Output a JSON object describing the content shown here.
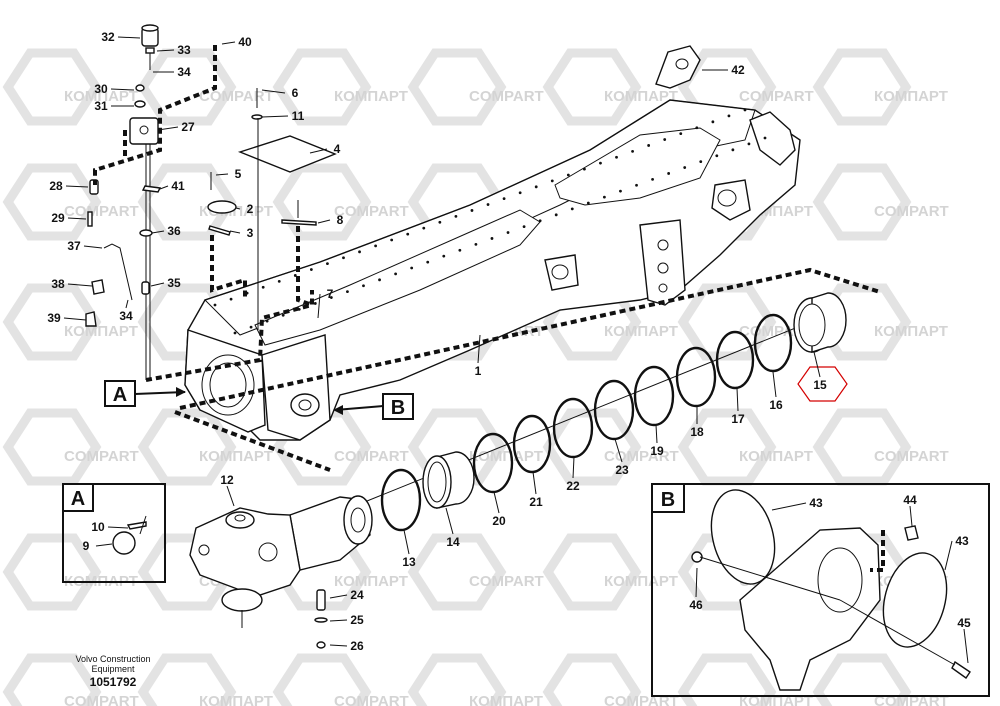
{
  "watermark": {
    "brand_latin": "COMPART",
    "brand_cyrillic": "КОМПАРТ",
    "color": "#d4d4d4"
  },
  "callouts": [
    "1",
    "2",
    "3",
    "4",
    "5",
    "6",
    "7",
    "8",
    "9",
    "10",
    "11",
    "12",
    "13",
    "14",
    "15",
    "16",
    "17",
    "18",
    "19",
    "20",
    "21",
    "22",
    "23",
    "24",
    "25",
    "26",
    "27",
    "28",
    "29",
    "30",
    "31",
    "32",
    "33",
    "34",
    "34",
    "35",
    "36",
    "37",
    "38",
    "39",
    "40",
    "41",
    "42",
    "43",
    "43",
    "44",
    "45",
    "46"
  ],
  "views": {
    "a": "A",
    "b": "B"
  },
  "footer": {
    "company": "Volvo Construction",
    "company2": "Equipment",
    "doc_number": "1051792"
  },
  "highlight_color": "#d40000"
}
